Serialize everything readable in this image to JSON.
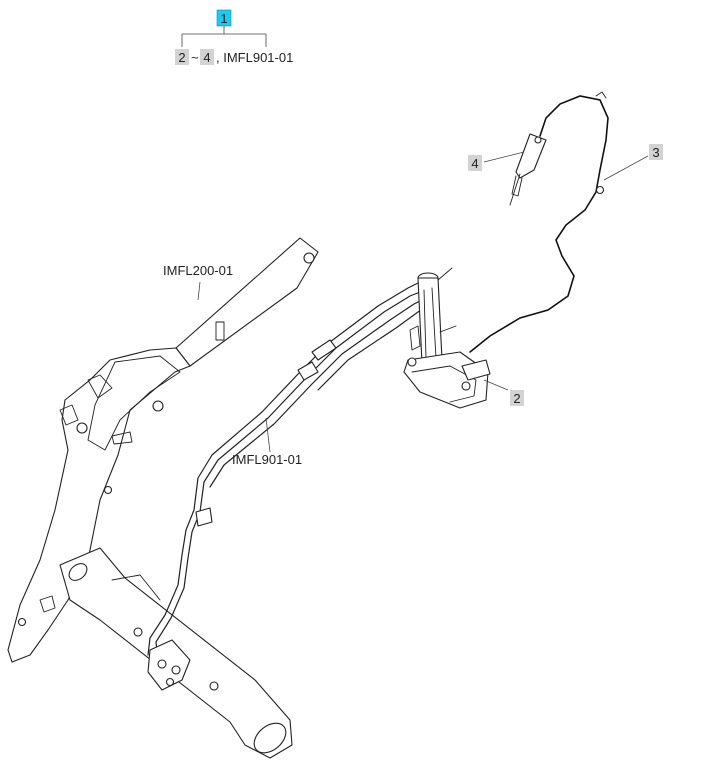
{
  "header": {
    "top_tag": "1",
    "range_from": "2",
    "range_sep": "~",
    "range_to": "4",
    "range_suffix": ", IMFL901-01"
  },
  "callouts": {
    "item_2": "2",
    "item_3": "3",
    "item_4": "4",
    "arm_ref": "IMFL200-01",
    "hose_ref": "IMFL901-01"
  },
  "colors": {
    "highlight": "#1ec8f0",
    "tag_grey": "#d3d3d3"
  }
}
